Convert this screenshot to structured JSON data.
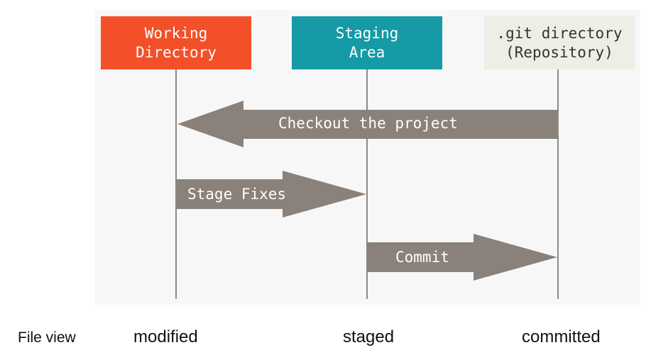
{
  "colors": {
    "working_directory_fill": "#f34f29",
    "working_directory_text": "#ffffff",
    "staging_area_fill": "#159aa6",
    "staging_area_text": "#ffffff",
    "repository_fill": "#eeeee6",
    "repository_text": "#333333",
    "arrow_fill": "#8a817a",
    "arrow_text": "#ffffff",
    "lifeline": "#8a8a8a"
  },
  "headers": {
    "working_directory": "Working\nDirectory",
    "staging_area": "Staging\nArea",
    "repository": ".git directory\n(Repository)"
  },
  "arrows": {
    "checkout": "Checkout the project",
    "stage_fixes": "Stage Fixes",
    "commit": "Commit"
  },
  "footer": {
    "file_view": "File view",
    "modified": "modified",
    "staged": "staged",
    "committed": "committed"
  }
}
